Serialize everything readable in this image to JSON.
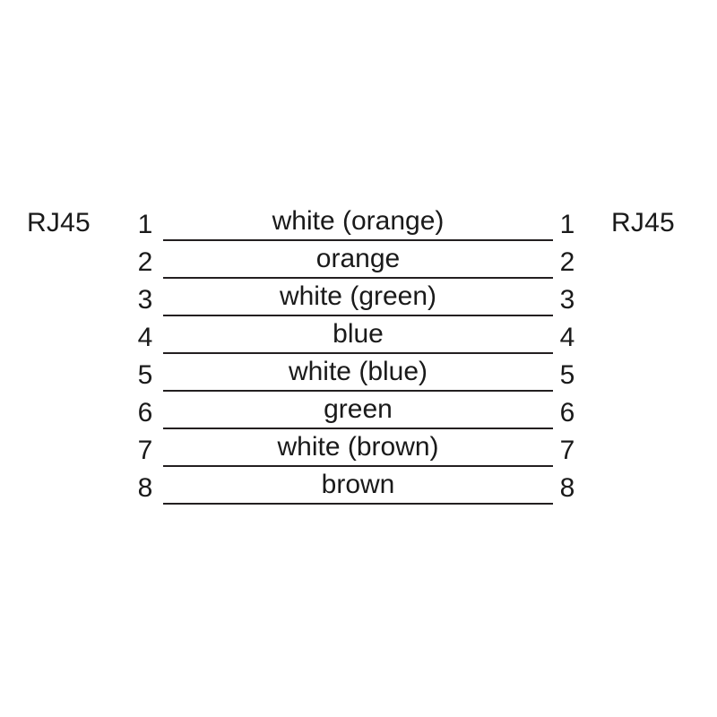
{
  "diagram": {
    "background_color": "#ffffff",
    "line_color": "#231f20",
    "text_color": "#1a1a1a",
    "left_connector": "RJ45",
    "right_connector": "RJ45",
    "wires": [
      {
        "left_pin": "1",
        "right_pin": "1",
        "label": "white (orange)"
      },
      {
        "left_pin": "2",
        "right_pin": "2",
        "label": "orange"
      },
      {
        "left_pin": "3",
        "right_pin": "3",
        "label": "white (green)"
      },
      {
        "left_pin": "4",
        "right_pin": "4",
        "label": "blue"
      },
      {
        "left_pin": "5",
        "right_pin": "5",
        "label": "white (blue)"
      },
      {
        "left_pin": "6",
        "right_pin": "6",
        "label": "green"
      },
      {
        "left_pin": "7",
        "right_pin": "7",
        "label": "white (brown)"
      },
      {
        "left_pin": "8",
        "right_pin": "8",
        "label": "brown"
      }
    ]
  }
}
